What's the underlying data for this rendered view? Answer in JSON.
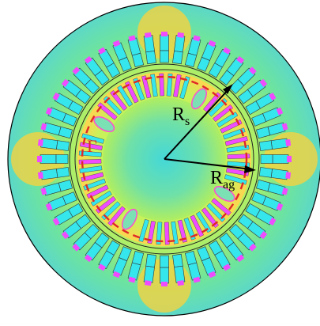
{
  "labels": {
    "rs_main": "R",
    "rs_sub": "s",
    "rag_main": "R",
    "rag_sub": "ag",
    "gamma": "Γ"
  },
  "colors": {
    "background_field": "#8ee86f",
    "outer_field": "#c8ff3c",
    "yoke_field": "#d7f75a",
    "slot_cyan": "#35e6ec",
    "slot_magenta": "#f04cff",
    "tooth_yellow": "#ffe040",
    "contour_red": "#e03030",
    "arrow_black": "#000000",
    "outline_black": "#000000",
    "inner_field": "#7be0a8"
  },
  "structure": {
    "stator_slots": 48,
    "rotor_slots_per_pole": 12,
    "rotor_poles": 4
  }
}
